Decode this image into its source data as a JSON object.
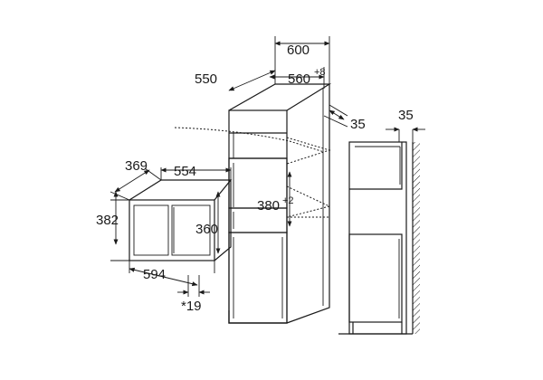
{
  "microwave": {
    "depth": "369",
    "width_top": "554",
    "height_outer": "382",
    "height_inner": "360",
    "width_front": "594",
    "offset": "*19"
  },
  "cabinet": {
    "width": "600",
    "opening_width": "560",
    "opening_width_tol": "+8",
    "depth": "550",
    "rear_gap": "35",
    "opening_height": "380",
    "opening_height_tol": "+2"
  },
  "side_view": {
    "wall_gap": "35"
  }
}
